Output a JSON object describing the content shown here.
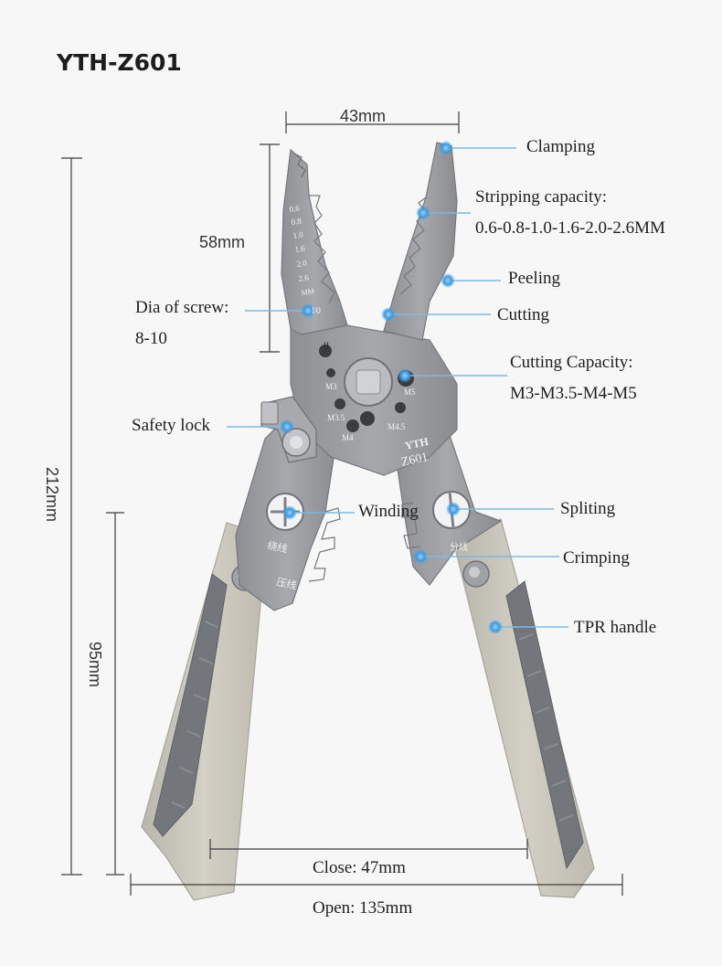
{
  "title": "YTH-Z601",
  "dimensions": {
    "jaw_width": "43mm",
    "jaw_length": "58mm",
    "total_length": "212mm",
    "handle_length": "95mm",
    "close_width": "Close: 47mm",
    "open_width": "Open: 135mm"
  },
  "callouts": {
    "clamping": "Clamping",
    "stripping_title": "Stripping  capacity:",
    "stripping_values": "0.6-0.8-1.0-1.6-2.0-2.6MM",
    "peeling": "Peeling",
    "cutting": "Cutting",
    "screw_title": "Dia of screw:",
    "screw_values": "8-10",
    "cutting_capacity_title": "Cutting Capacity:",
    "cutting_capacity_values": "M3-M3.5-M4-M5",
    "safety_lock": "Safety lock",
    "winding": "Winding",
    "spliting": "Spliting",
    "crimping": "Crimping",
    "tpr_handle": "TPR handle"
  },
  "tool_markings": {
    "brand": "YTH",
    "model": "Z601",
    "gauges": [
      "0.6",
      "0.8",
      "1.0",
      "1.6",
      "2.0",
      "2.6",
      "MM",
      "10",
      "8"
    ],
    "thread_sizes": [
      "M3",
      "M3.5",
      "M4",
      "M4.5",
      "M5"
    ],
    "winding_cn": "绕线",
    "crimp_cn": "压线",
    "split_cn": "分线"
  },
  "colors": {
    "metal": "#9c9ea2",
    "metal_dark": "#7f8185",
    "handle": "#c9c6bc",
    "grip": "#6f7276",
    "accent_dot": "#3a9be3",
    "leader_line": "#7fb8e6"
  }
}
